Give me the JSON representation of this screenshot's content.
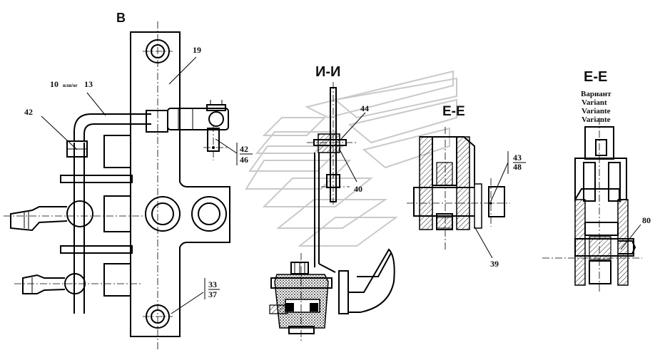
{
  "views": {
    "v": "В",
    "ii": "И-И",
    "ee_1": "Е-Е",
    "ee_2": "Е-Е"
  },
  "variant_note": [
    "Вариант",
    "Variant",
    "Variante",
    "Variante"
  ],
  "callouts": {
    "c19": "19",
    "c10": "10",
    "c10_sub": "или/or",
    "c13": "13",
    "c42a": "42",
    "c42b": "42",
    "c46": "46",
    "c33": "33",
    "c37": "37",
    "c44": "44",
    "c40": "40",
    "c43": "43",
    "c48": "48",
    "c39": "39",
    "c80": "80"
  }
}
